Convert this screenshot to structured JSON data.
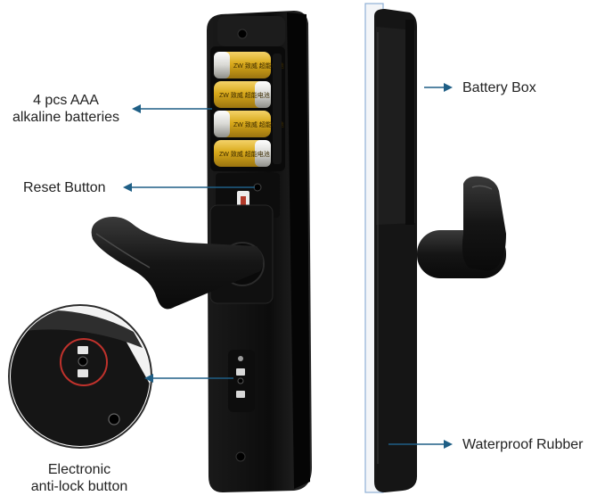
{
  "labels": {
    "batteries_line1": "4 pcs AAA",
    "batteries_line2": "alkaline batteries",
    "reset_button": "Reset Button",
    "anti_lock_line1": "Electronic",
    "anti_lock_line2": "anti-lock button",
    "battery_box": "Battery Box",
    "waterproof_rubber": "Waterproof Rubber"
  },
  "battery_brand_text": "ZW 致威 超能电池",
  "colors": {
    "arrow": "#1f5f86",
    "lock_body": "#121212",
    "battery_gold": "#d9a91a",
    "battery_silver": "#dcdcd8",
    "highlight_ring": "#c0322c",
    "rubber_edge": "#8fb0d6"
  }
}
